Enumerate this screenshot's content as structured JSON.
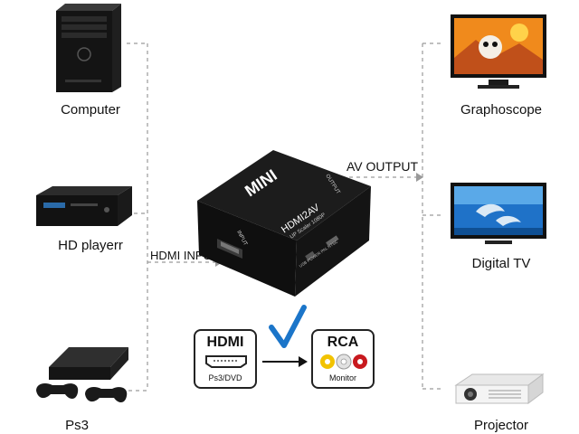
{
  "sources": [
    {
      "label": "Computer",
      "icon": "computer-tower-icon"
    },
    {
      "label": "HD playerr",
      "icon": "hd-player-icon"
    },
    {
      "label": "Ps3",
      "icon": "game-console-icon"
    }
  ],
  "outputs": [
    {
      "label": "Graphoscope",
      "icon": "tv-cartoon-screen-icon"
    },
    {
      "label": "Digital  TV",
      "icon": "tv-dolphin-screen-icon"
    },
    {
      "label": "Projector",
      "icon": "projector-icon"
    }
  ],
  "flow": {
    "input_label": "HDMI INPUT",
    "output_label": "AV OUTPUT"
  },
  "device": {
    "brand": "MINI",
    "model": "HDMI2AV",
    "subtitle": "UP Scaler 1080P",
    "port_input": "INPUT",
    "port_output": "OUTPUT",
    "switch_text": "USB POWER PAL NTSC"
  },
  "conversion": {
    "from_title": "HDMI",
    "from_sub": "Ps3/DVD",
    "to_title": "RCA",
    "to_sub": "Monitor"
  },
  "colors": {
    "check": "#1b75c9",
    "device_body": "#151515",
    "rca_yellow": "#f2c300",
    "rca_white": "#e8e8e8",
    "rca_red": "#c8191e",
    "wire": "#999999"
  }
}
